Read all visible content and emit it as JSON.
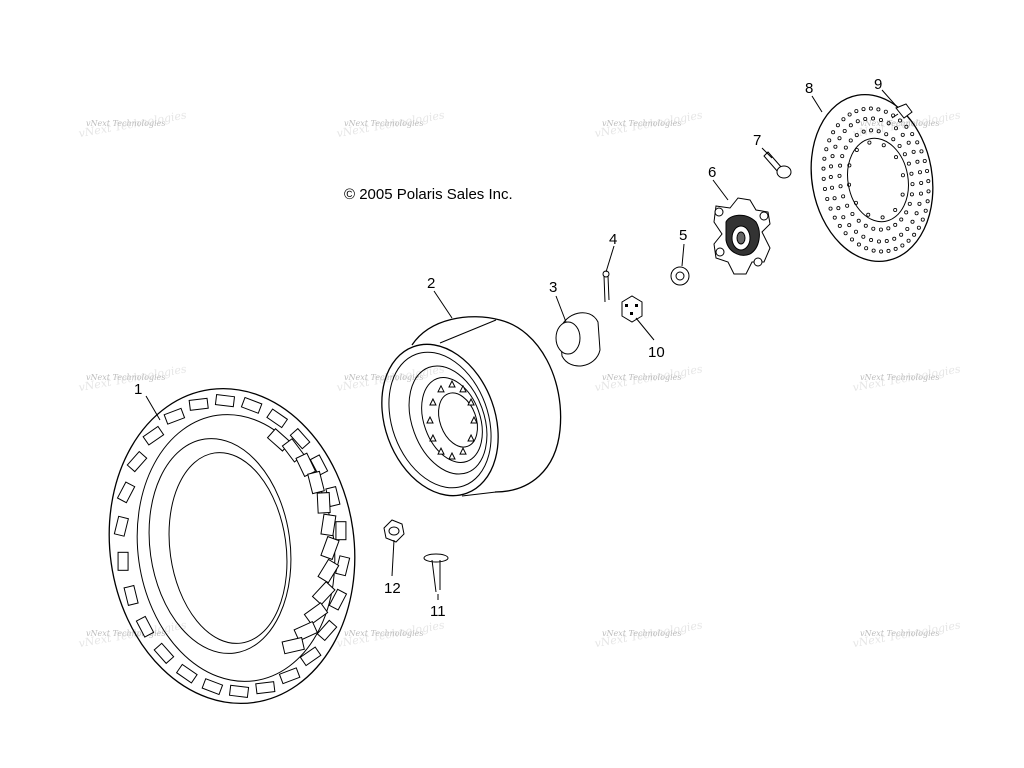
{
  "copyright": "© 2005 Polaris Sales Inc.",
  "watermark": "vNext Technologies",
  "callouts": [
    "1",
    "2",
    "3",
    "4",
    "5",
    "6",
    "7",
    "8",
    "9",
    "10",
    "11",
    "12"
  ],
  "parts": [
    {
      "label": "1",
      "icon": "tire-icon"
    },
    {
      "label": "2",
      "icon": "wheel-rim-icon"
    },
    {
      "label": "3",
      "icon": "hub-cap-icon"
    },
    {
      "label": "4",
      "icon": "cotter-pin-icon"
    },
    {
      "label": "5",
      "icon": "washer-icon"
    },
    {
      "label": "6",
      "icon": "wheel-hub-icon"
    },
    {
      "label": "7",
      "icon": "stud-icon"
    },
    {
      "label": "8",
      "icon": "brake-disc-icon"
    },
    {
      "label": "9",
      "icon": "screw-icon"
    },
    {
      "label": "10",
      "icon": "castle-nut-icon"
    },
    {
      "label": "11",
      "icon": "bolt-icon"
    },
    {
      "label": "12",
      "icon": "lug-nut-icon"
    }
  ]
}
